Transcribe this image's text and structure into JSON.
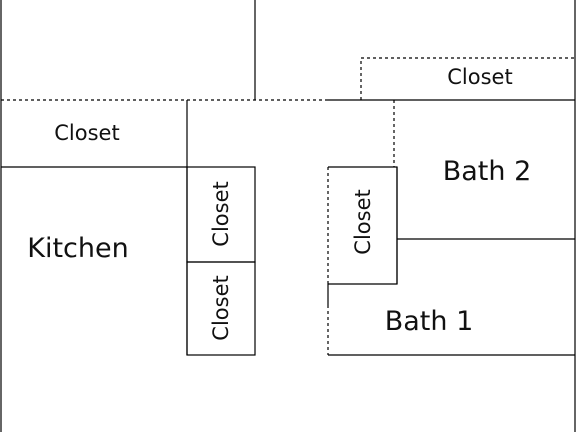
{
  "floorplan": {
    "rooms": {
      "closet_top_right": "Closet",
      "closet_left": "Closet",
      "kitchen": "Kitchen",
      "bath_2": "Bath 2",
      "bath_1": "Bath 1",
      "closet_vertical_upper": "Closet",
      "closet_vertical_lower": "Closet",
      "closet_vertical_right": "Closet"
    },
    "colors": {
      "lines": "#000000",
      "background": "#ffffff",
      "text": "#111111"
    }
  }
}
